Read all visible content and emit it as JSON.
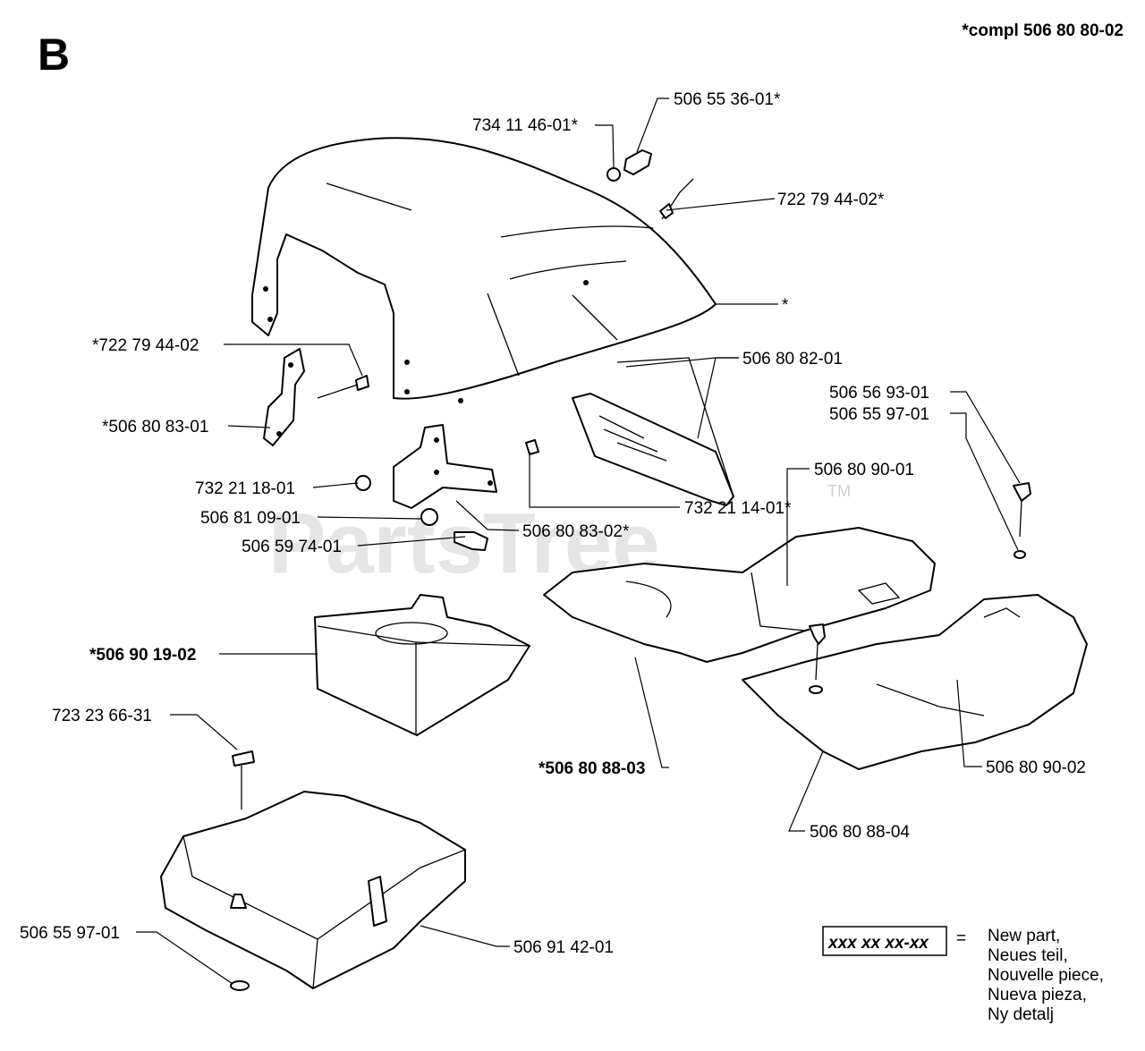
{
  "section_letter": "B",
  "assembly_number": "*compl 506 80 80-02",
  "watermark": {
    "text": "PartsTree",
    "trademark": "TM"
  },
  "parts": {
    "p_506553601": "506 55 36-01*",
    "p_734114601": "734 11 46-01*",
    "p_722794402_top": "722 79 44-02*",
    "p_star": "*",
    "p_722794402_left": "*722 79 44-02",
    "p_506808301": "*506 80 83-01",
    "p_506808201": "506 80 82-01",
    "p_506569301": "506 56 93-01",
    "p_506559701_right": "506 55 97-01",
    "p_506809001": "506 80 90-01",
    "p_732211801": "732 21 18-01",
    "p_506810901": "506 81 09-01",
    "p_506597401": "506 59 74-01",
    "p_732211401": "732 21 14-01*",
    "p_506808302": "506 80 83-02*",
    "p_506901902": "*506 90 19-02",
    "p_723236631": "723 23 66-31",
    "p_506808803": "*506 80 88-03",
    "p_506809002": "506 80 90-02",
    "p_506808804": "506 80 88-04",
    "p_506559701_left": "506 55 97-01",
    "p_506914201": "506 91 42-01"
  },
  "legend": {
    "code": "xxx xx xx-xx",
    "equals": "=",
    "lines": [
      "New part,",
      "Neues teil,",
      "Nouvelle piece,",
      "Nueva pieza,",
      "Ny detalj"
    ]
  }
}
